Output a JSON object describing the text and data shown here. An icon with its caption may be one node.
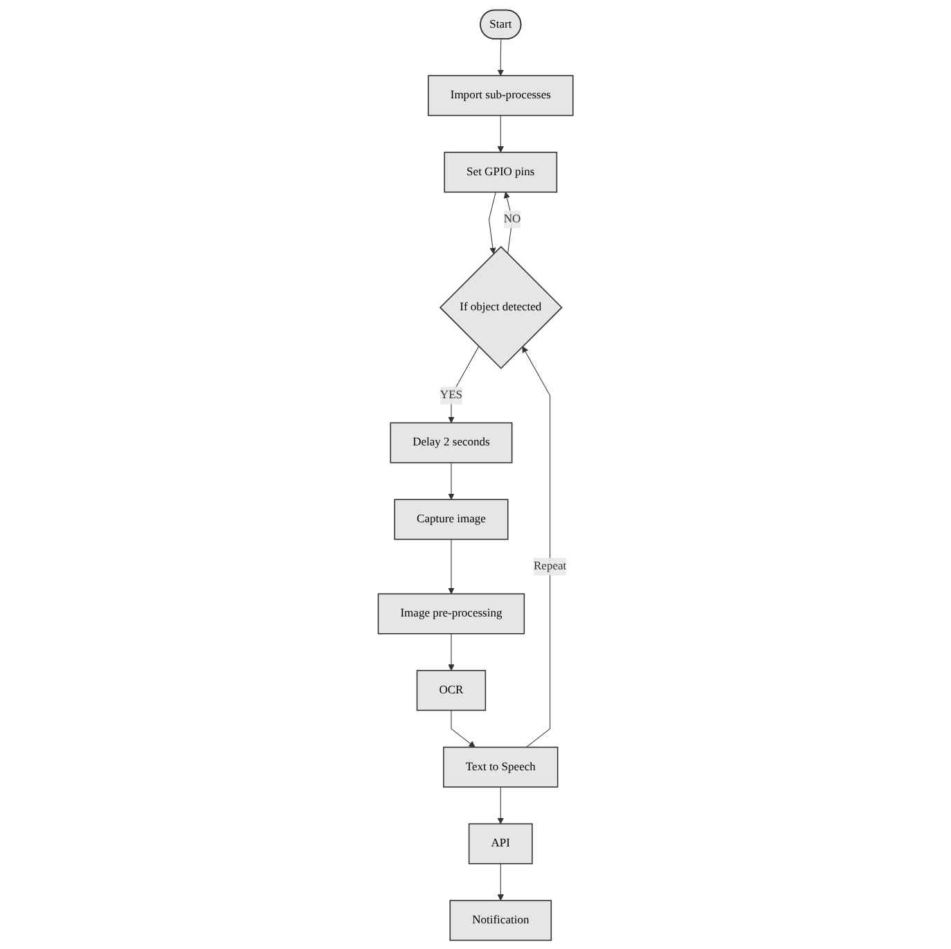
{
  "diagram": {
    "nodes": [
      {
        "text": [
          "Start"
        ]
      },
      {
        "text": [
          "Import sub-processes"
        ]
      },
      {
        "text": [
          "Set GPIO pins"
        ]
      },
      {
        "text": [
          "If object detected"
        ]
      },
      {
        "text": [
          "Delay 2 seconds"
        ]
      },
      {
        "text": [
          "Capture image"
        ]
      },
      {
        "text": [
          "Image pre-processing"
        ]
      },
      {
        "text": [
          "OCR"
        ]
      },
      {
        "text": [
          "Text to Speech"
        ]
      },
      {
        "text": [
          "API"
        ]
      },
      {
        "text": [
          "Notification"
        ]
      }
    ],
    "edges": [
      {
        "from": 0,
        "to": 1,
        "arrow": "to"
      },
      {
        "from": 1,
        "to": 2,
        "arrow": "to"
      },
      {
        "from": 2,
        "to": 3,
        "arrow": "to"
      },
      {
        "from": 3,
        "to": 2,
        "arrow": "to",
        "label": "NO"
      },
      {
        "from": 3,
        "to": 4,
        "arrow": "to",
        "label": "YES"
      },
      {
        "from": 4,
        "to": 5,
        "arrow": "to"
      },
      {
        "from": 5,
        "to": 6,
        "arrow": "to"
      },
      {
        "from": 6,
        "to": 7,
        "arrow": "to"
      },
      {
        "from": 7,
        "to": 8,
        "arrow": "to"
      },
      {
        "from": 8,
        "to": 3,
        "arrow": "to",
        "label": "Repeat"
      },
      {
        "from": 8,
        "to": 9,
        "arrow": "to"
      },
      {
        "from": 9,
        "to": 10,
        "arrow": "to"
      }
    ]
  }
}
